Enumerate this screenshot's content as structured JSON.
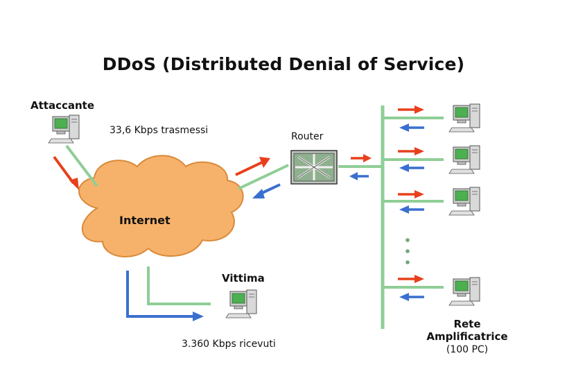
{
  "title": "DDoS (Distributed Denial of Service)",
  "nodes": {
    "attacker": {
      "label": "Attaccante",
      "note": "33,6 Kbps trasmessi"
    },
    "router": {
      "label": "Router"
    },
    "internet": {
      "label": "Internet"
    },
    "victim": {
      "label": "Vittima",
      "note": "3.360 Kbps ricevuti"
    },
    "amplifier": {
      "label_line1": "Rete",
      "label_line2": "Amplificatrice",
      "label_line3": "(100 PC)"
    }
  },
  "colors": {
    "request_arrow": "#e8401c",
    "reply_arrow": "#3a6fd0",
    "link": "#8fce96",
    "cloud_fill": "#f6b26b",
    "cloud_stroke": "#d98a3a",
    "monitor_screen": "#4caf50"
  },
  "icons": {
    "computer": "computer-icon",
    "router": "router-icon",
    "cloud": "cloud-icon"
  }
}
